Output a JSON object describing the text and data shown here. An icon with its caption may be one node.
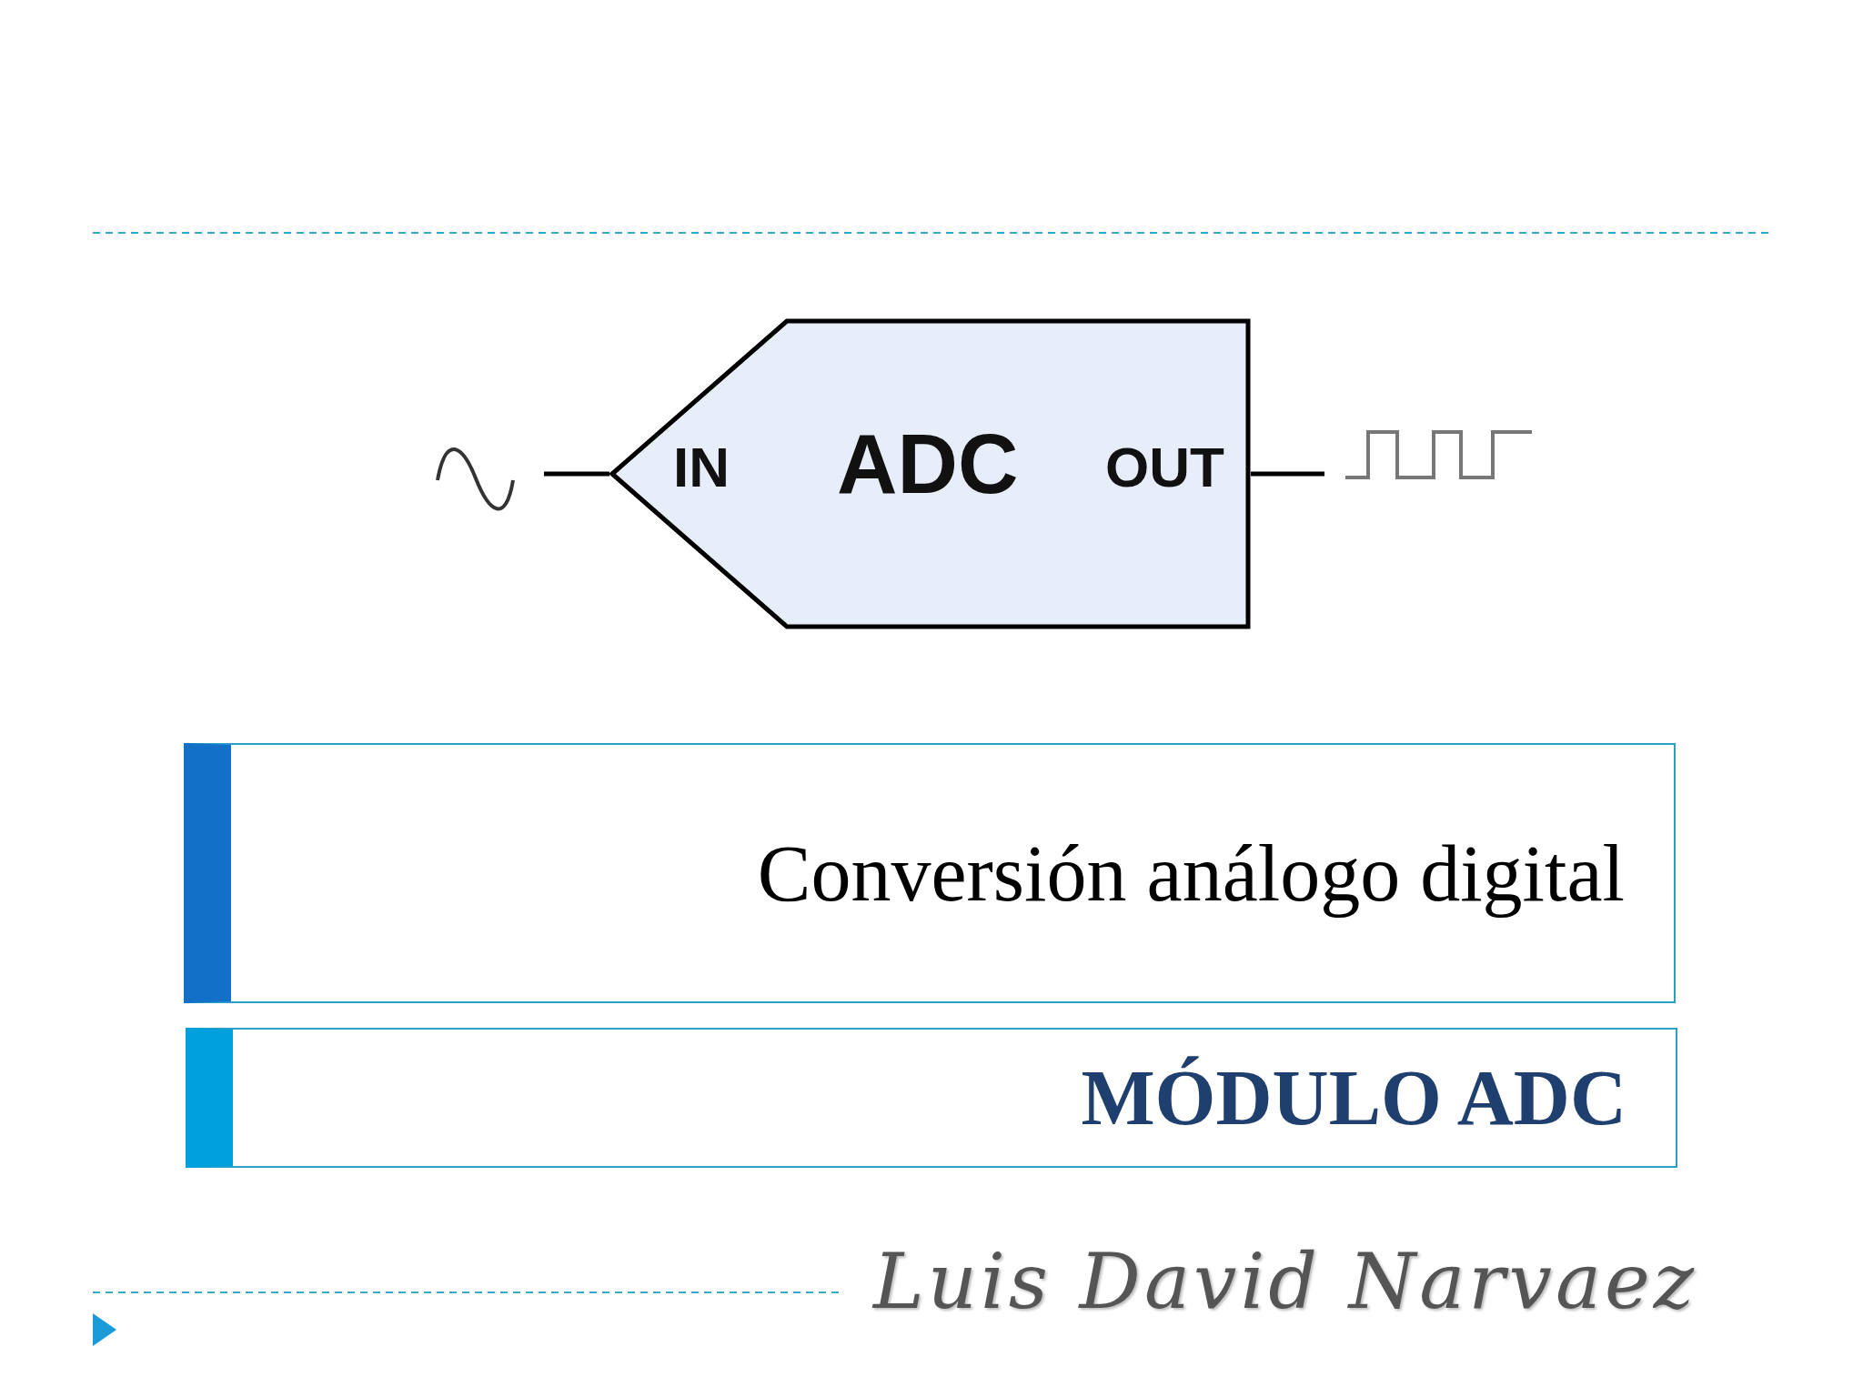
{
  "diagram": {
    "nodes": [
      {
        "text": [],
        "shape": "wave"
      },
      {
        "text": [
          "IN",
          "ADC",
          "OUT"
        ]
      },
      {
        "text": [],
        "shape": "wave"
      },
      {
        "text": [
          "Conversión análogo digital"
        ]
      },
      {
        "text": [
          "MÓDULO ADC"
        ]
      }
    ],
    "edges": [
      {
        "from": 0,
        "to": 1,
        "arrow": "none"
      },
      {
        "from": 1,
        "to": 2,
        "arrow": "none"
      }
    ],
    "labels": [
      "Luis David Narvaez"
    ]
  }
}
